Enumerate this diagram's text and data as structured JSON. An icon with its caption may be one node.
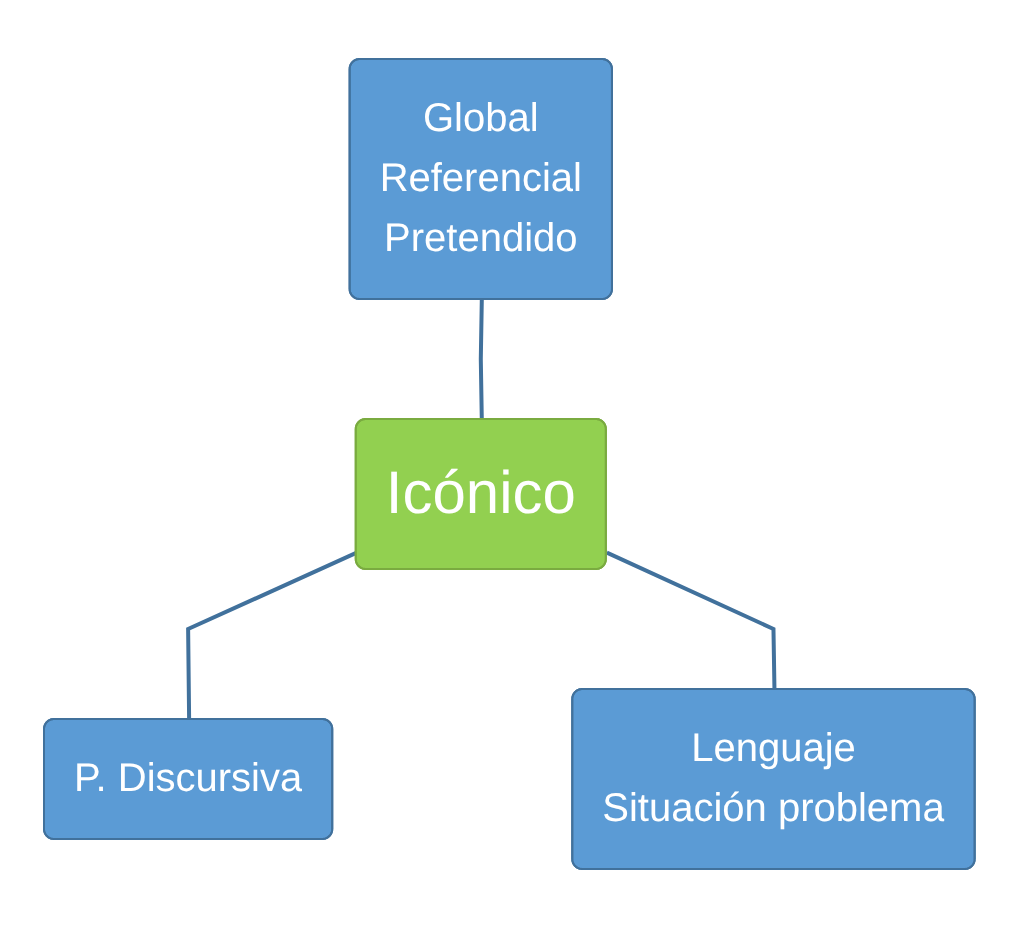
{
  "diagram": {
    "nodes": [
      {
        "text": [
          "Global",
          "Referencial",
          "Pretendido"
        ]
      },
      {
        "text": [
          "Icónico"
        ]
      },
      {
        "text": [
          "P. Discursiva"
        ]
      },
      {
        "text": [
          "Lenguaje",
          "Situación problema"
        ]
      }
    ],
    "edges": [
      {
        "from": 0,
        "to": 1,
        "arrow": "none"
      },
      {
        "from": 1,
        "to": 2,
        "arrow": "none"
      },
      {
        "from": 1,
        "to": 3,
        "arrow": "none"
      }
    ]
  }
}
